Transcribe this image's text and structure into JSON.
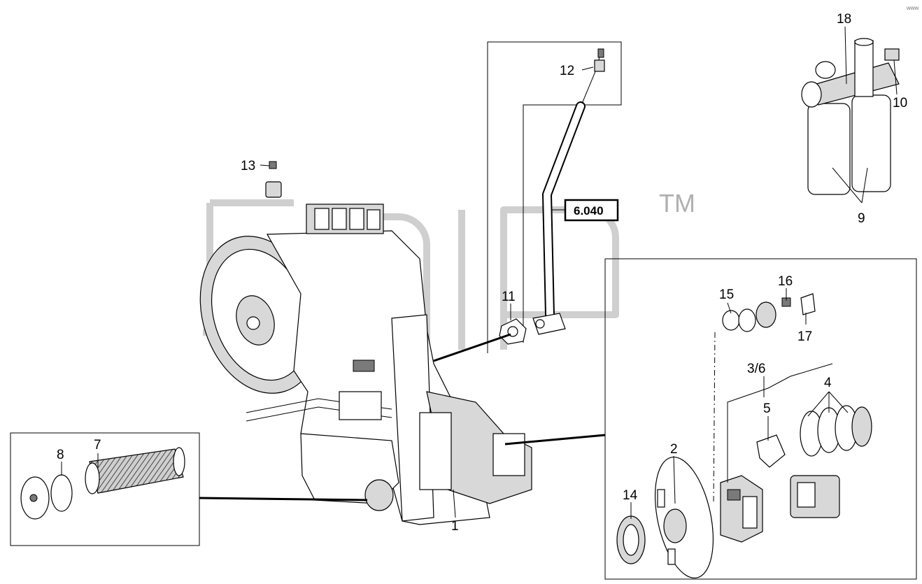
{
  "watermark": {
    "tm": "TM",
    "corner": "www"
  },
  "callouts": {
    "c1": "1",
    "c2": "2",
    "c36": "3/6",
    "c4": "4",
    "c5": "5",
    "c7": "7",
    "c8": "8",
    "c9": "9",
    "c10": "10",
    "c11": "11",
    "c12": "12",
    "c13": "13",
    "c14": "14",
    "c15": "15",
    "c16": "16",
    "c17": "17",
    "c18": "18"
  },
  "reference": {
    "label": "6.040"
  }
}
